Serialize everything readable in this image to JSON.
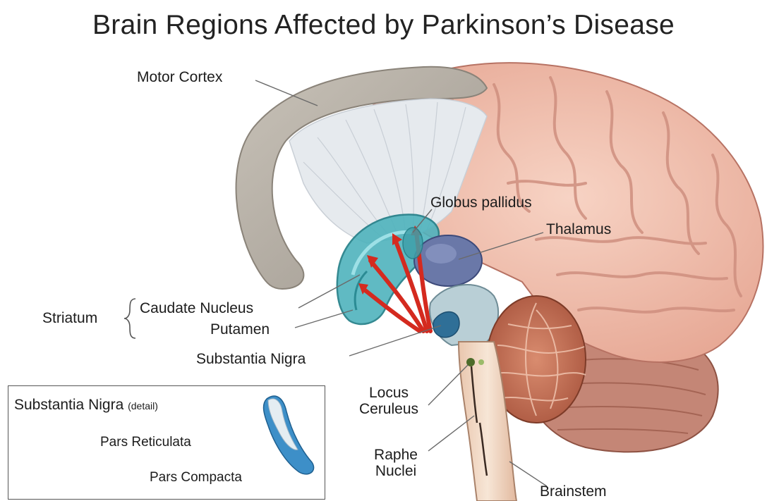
{
  "title": "Brain Regions Affected by Parkinson’s Disease",
  "labels": {
    "motor_cortex": "Motor Cortex",
    "globus_pallidus": "Globus pallidus",
    "thalamus": "Thalamus",
    "striatum": "Striatum",
    "caudate_nucleus": "Caudate Nucleus",
    "putamen": "Putamen",
    "substantia_nigra": "Substantia Nigra",
    "locus_ceruleus_1": "Locus",
    "locus_ceruleus_2": "Ceruleus",
    "raphe_nuclei_1": "Raphe",
    "raphe_nuclei_2": "Nuclei",
    "brainstem": "Brainstem"
  },
  "detail": {
    "heading": "Substantia Nigra",
    "heading_note": "(detail)",
    "pars_reticulata": "Pars Reticulata",
    "pars_compacta": "Pars Compacta"
  },
  "colors": {
    "cortex": "#f1c3b2",
    "cortex_fold": "#cf8f7f",
    "motor_cortex": "#b8b1a8",
    "white_matter": "#e9ecef",
    "striatum": "#4fb3bd",
    "pathway": "#d42a1f",
    "thalamus": "#6a78a8",
    "cerebellum": "#c97c62",
    "brainstem": "#f3d9c4",
    "detail_blue": "#3d8fc8"
  }
}
